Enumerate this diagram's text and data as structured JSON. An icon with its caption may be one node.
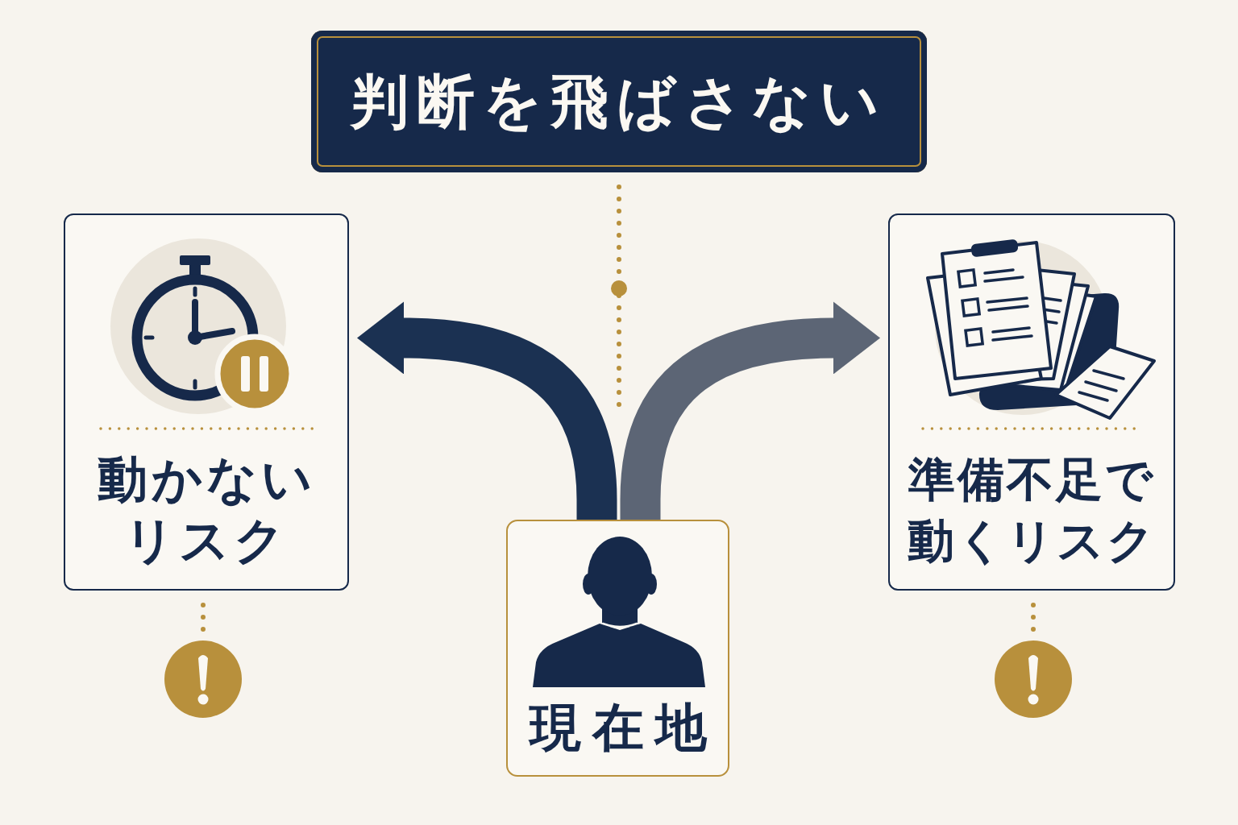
{
  "diagram": {
    "nodes": [
      {
        "text": [
          "判断を飛ばさない"
        ]
      },
      {
        "text": [
          "動かないリスク"
        ]
      },
      {
        "text": [
          "準備不足で動くリスク"
        ]
      },
      {
        "text": [
          "現在地"
        ]
      },
      {
        "text": [],
        "shape": "circle"
      },
      {
        "text": [],
        "shape": "circle"
      }
    ],
    "edges": [
      {
        "from": 3,
        "to": 1,
        "arrow": "to",
        "style": "thick",
        "color": "#1b3152"
      },
      {
        "from": 3,
        "to": 2,
        "arrow": "to",
        "style": "thick",
        "color": "#5c6575"
      },
      {
        "from": 0,
        "to": null,
        "arrow": "none",
        "style": "dashed"
      },
      {
        "from": 1,
        "to": 4,
        "arrow": "none",
        "style": "dashed"
      },
      {
        "from": 2,
        "to": 5,
        "arrow": "none",
        "style": "dashed"
      }
    ]
  }
}
